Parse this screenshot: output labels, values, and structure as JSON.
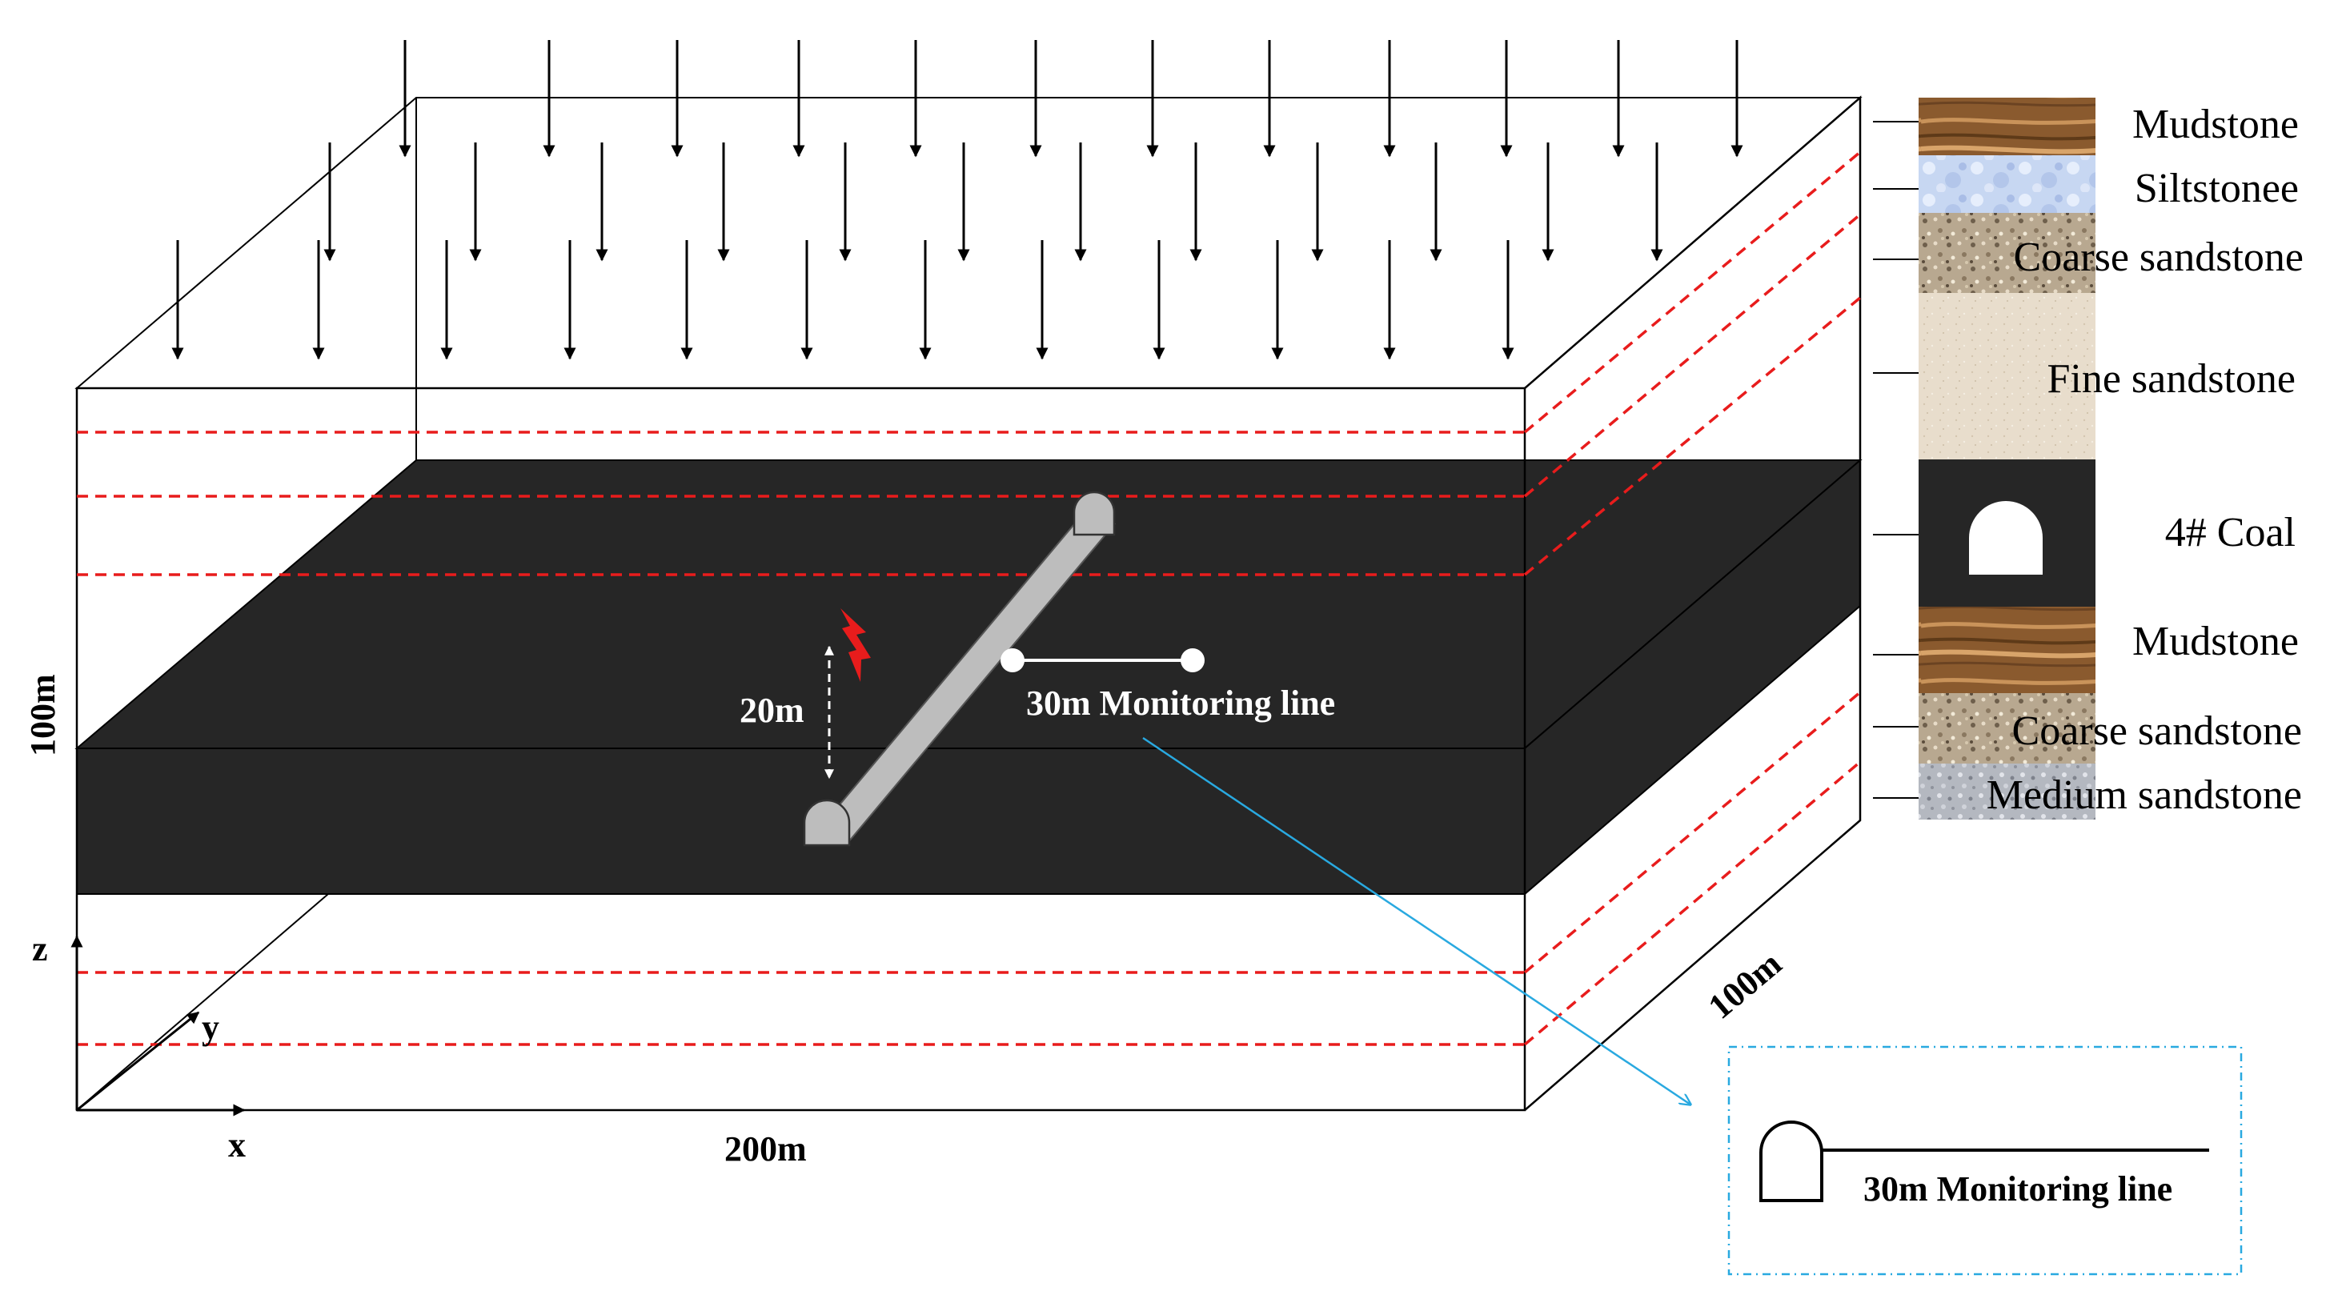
{
  "diagram": {
    "dimensions": {
      "height": "100m",
      "length": "200m",
      "depth": "100m",
      "roadway_offset": "20m"
    },
    "axes": {
      "x": "x",
      "y": "y",
      "z": "z"
    },
    "monitoring_line_label": "30m Monitoring  line",
    "inset_label": "30m Monitoring  line",
    "strata_legend": [
      {
        "label": "Mudstone",
        "texture": "wood"
      },
      {
        "label": "Siltstonee",
        "texture": "blue-speckle"
      },
      {
        "label": "Coarse sandstone",
        "texture": "coarse-grain"
      },
      {
        "label": "Fine sandstone",
        "texture": "fine-beige"
      },
      {
        "label": "4# Coal",
        "texture": "coal-black"
      },
      {
        "label": "Mudstone",
        "texture": "wood"
      },
      {
        "label": "Coarse sandstone",
        "texture": "coarse-grain"
      },
      {
        "label": "Medium sandstone",
        "texture": "grey-grain"
      }
    ],
    "colors": {
      "coal": "#262626",
      "roadway": "#bdbdbd",
      "dashed_interface": "#e81c1c",
      "leader_line": "#29a9e0",
      "blast_mark": "#e81c1c"
    },
    "icons": [
      "load-arrow-icon",
      "blast-lightning-icon",
      "roadway-arch-icon"
    ]
  }
}
